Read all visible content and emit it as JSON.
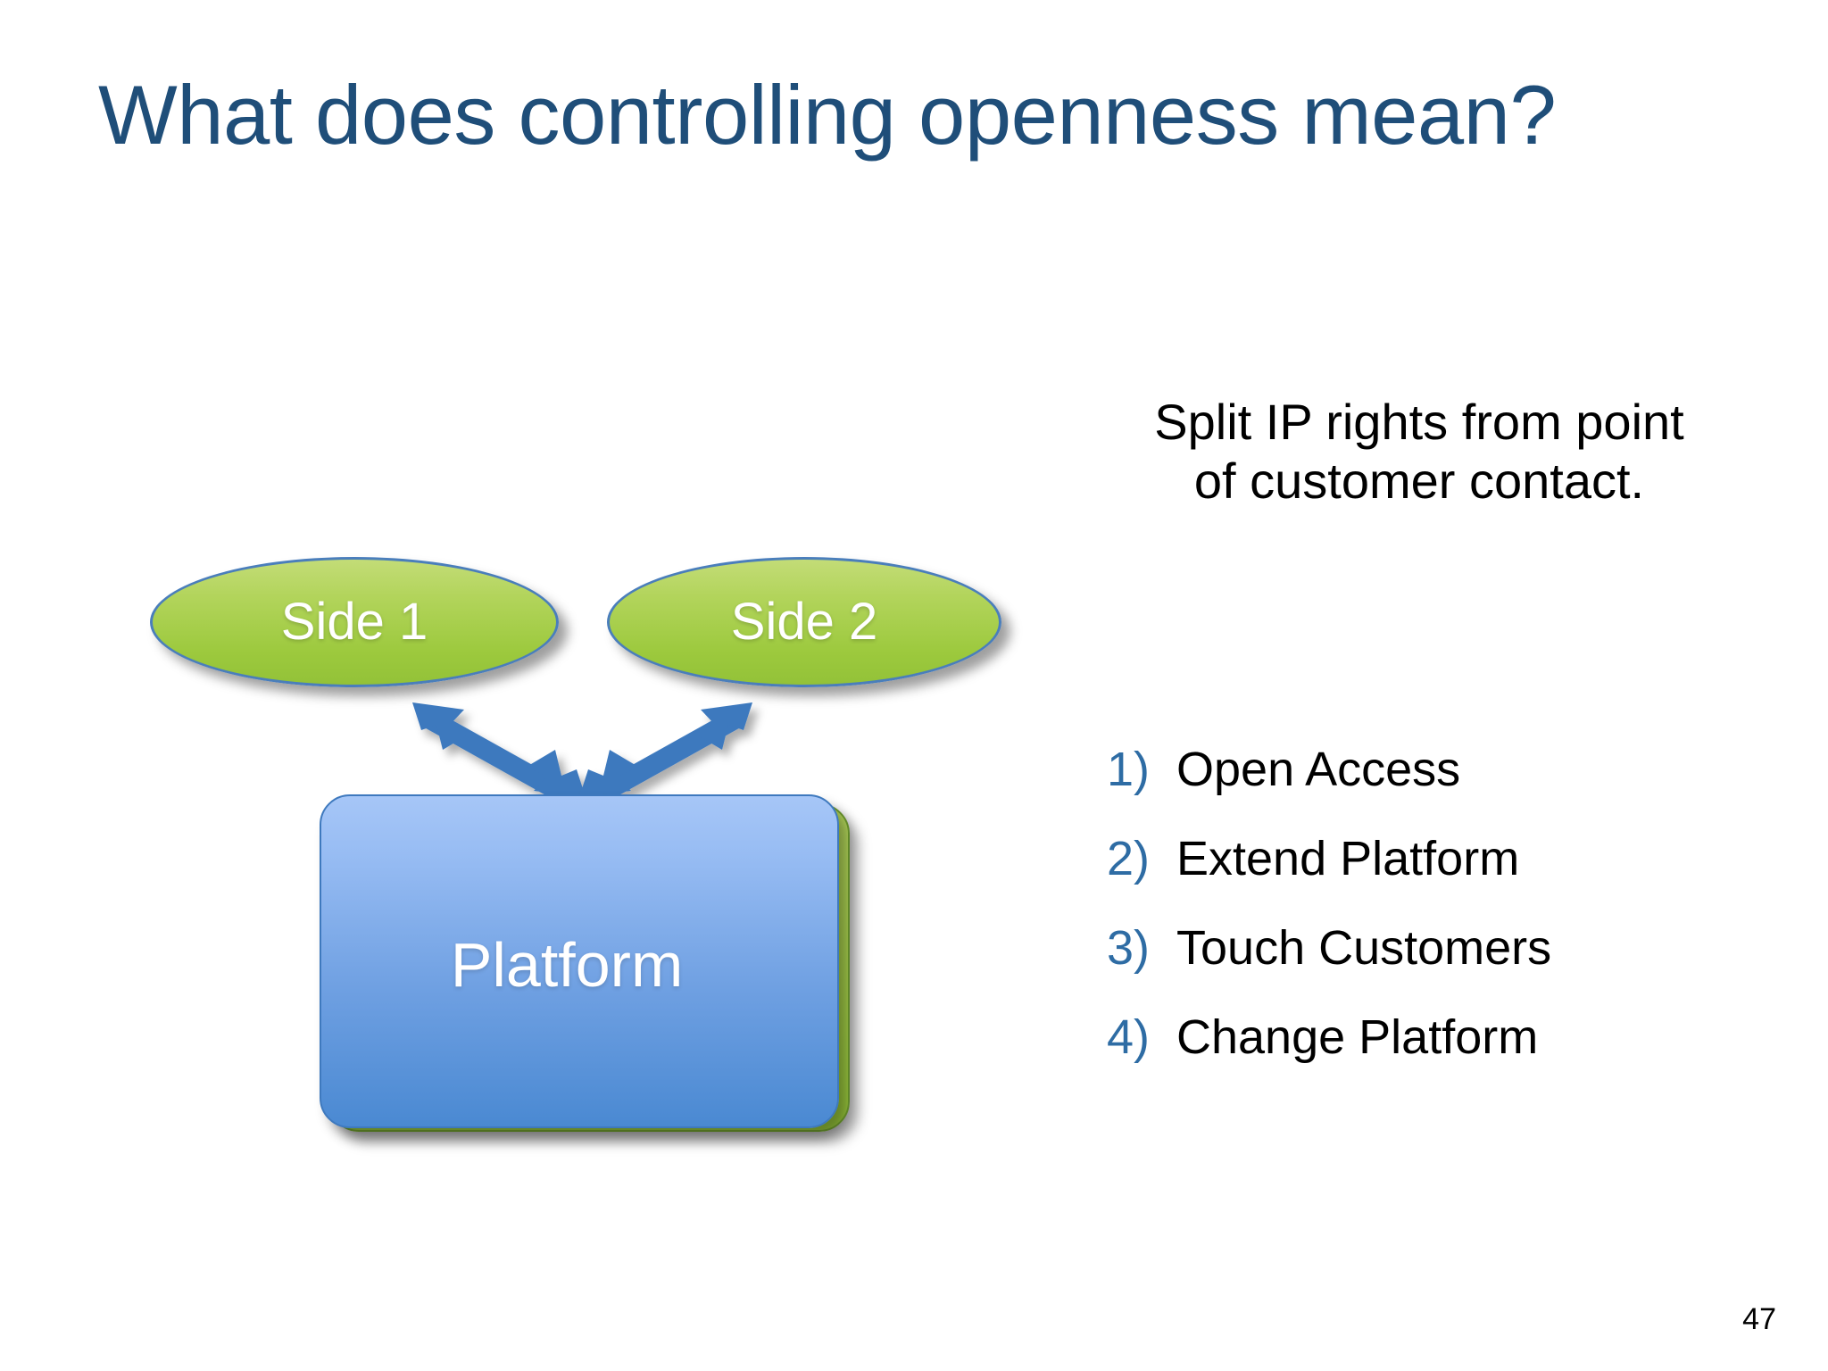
{
  "slide": {
    "title": "What does controlling openness mean?",
    "page_number": "47",
    "title_color": "#1F4E79",
    "background_color": "#FFFFFF"
  },
  "diagram": {
    "nodes": [
      {
        "id": "side1",
        "label": "Side 1",
        "shape": "ellipse",
        "fill": "#A8CE50",
        "text_color": "#FFFFFF",
        "border_color": "#4A7EBB"
      },
      {
        "id": "side2",
        "label": "Side 2",
        "shape": "ellipse",
        "fill": "#A8CE50",
        "text_color": "#FFFFFF",
        "border_color": "#4A7EBB"
      },
      {
        "id": "platform",
        "label": "Platform",
        "shape": "rounded-rectangle",
        "fill": "#6FA0E2",
        "text_color": "#FFFFFF",
        "border_color": "#3E79BE"
      }
    ],
    "connectors": [
      {
        "from": "platform",
        "to": "side1",
        "style": "double-headed-arrow",
        "color": "#3E79BE"
      },
      {
        "from": "platform",
        "to": "side2",
        "style": "double-headed-arrow",
        "color": "#3E79BE"
      }
    ]
  },
  "right_panel": {
    "lead_paragraph_line1": "Split IP rights from point",
    "lead_paragraph_line2": "of customer contact.",
    "number_color": "#2E6CA4",
    "list": [
      {
        "number": "1)",
        "label": "Open Access"
      },
      {
        "number": "2)",
        "label": "Extend Platform"
      },
      {
        "number": "3)",
        "label": "Touch Customers"
      },
      {
        "number": "4)",
        "label": "Change Platform"
      }
    ]
  }
}
